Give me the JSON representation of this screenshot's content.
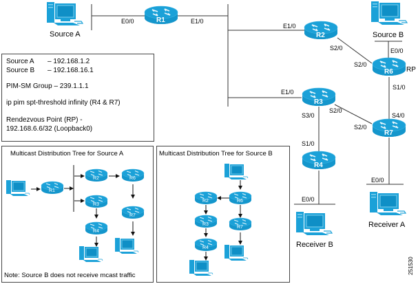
{
  "colors": {
    "device_blue": "#1ba1d8",
    "device_dark": "#0b79a8",
    "device_light": "#7fd0ee",
    "line": "#333333",
    "box_border": "#444444"
  },
  "topology": {
    "routers": [
      {
        "id": "R1",
        "label": "R1"
      },
      {
        "id": "R2",
        "label": "R2"
      },
      {
        "id": "R3",
        "label": "R3"
      },
      {
        "id": "R4",
        "label": "R4"
      },
      {
        "id": "R6",
        "label": "R6"
      },
      {
        "id": "R7",
        "label": "R7"
      }
    ],
    "hosts": [
      {
        "id": "source-a",
        "label": "Source A"
      },
      {
        "id": "source-b",
        "label": "Source B"
      },
      {
        "id": "receiver-a",
        "label": "Receiver A"
      },
      {
        "id": "receiver-b",
        "label": "Receiver B"
      }
    ],
    "interfaces": {
      "r1_e00": "E0/0",
      "r1_e10": "E1/0",
      "r2_e10": "E1/0",
      "r2_s20": "S2/0",
      "r6_s20": "S2/0",
      "r6_e00": "E0/0",
      "r6_s10": "S1/0",
      "r6_role": "RP",
      "r3_e10": "E1/0",
      "r3_s30": "S3/0",
      "r3_s20": "S2/0",
      "r7_s20": "S2/0",
      "r7_s40": "S4/0",
      "r7_e00": "E0/0",
      "r4_s10": "S1/0",
      "r4_e00": "E0/0"
    }
  },
  "info_box": {
    "source_a_label": "Source A",
    "source_a_ip": "– 192.168.1.2",
    "source_b_label": "Source B",
    "source_b_ip": "– 192.168.16.1",
    "group": "PIM-SM Group – 239.1.1.1",
    "spt": "ip pim spt-threshold infinity  (R4 & R7)",
    "rp_line1": "Rendezvous Point (RP) -",
    "rp_line2": "192.168.6.6/32 (Loopback0)"
  },
  "tree_a": {
    "title": "Multicast Distribution Tree for Source A",
    "note": "Note: Source B does not receive mcast traffic",
    "routers": [
      "R1",
      "R2",
      "R6",
      "R3",
      "R7",
      "R4"
    ]
  },
  "tree_b": {
    "title": "Multicast Distribution Tree for Source B",
    "routers": [
      "R6",
      "R2",
      "R7",
      "R3",
      "R4"
    ]
  },
  "figure_id": "251530"
}
